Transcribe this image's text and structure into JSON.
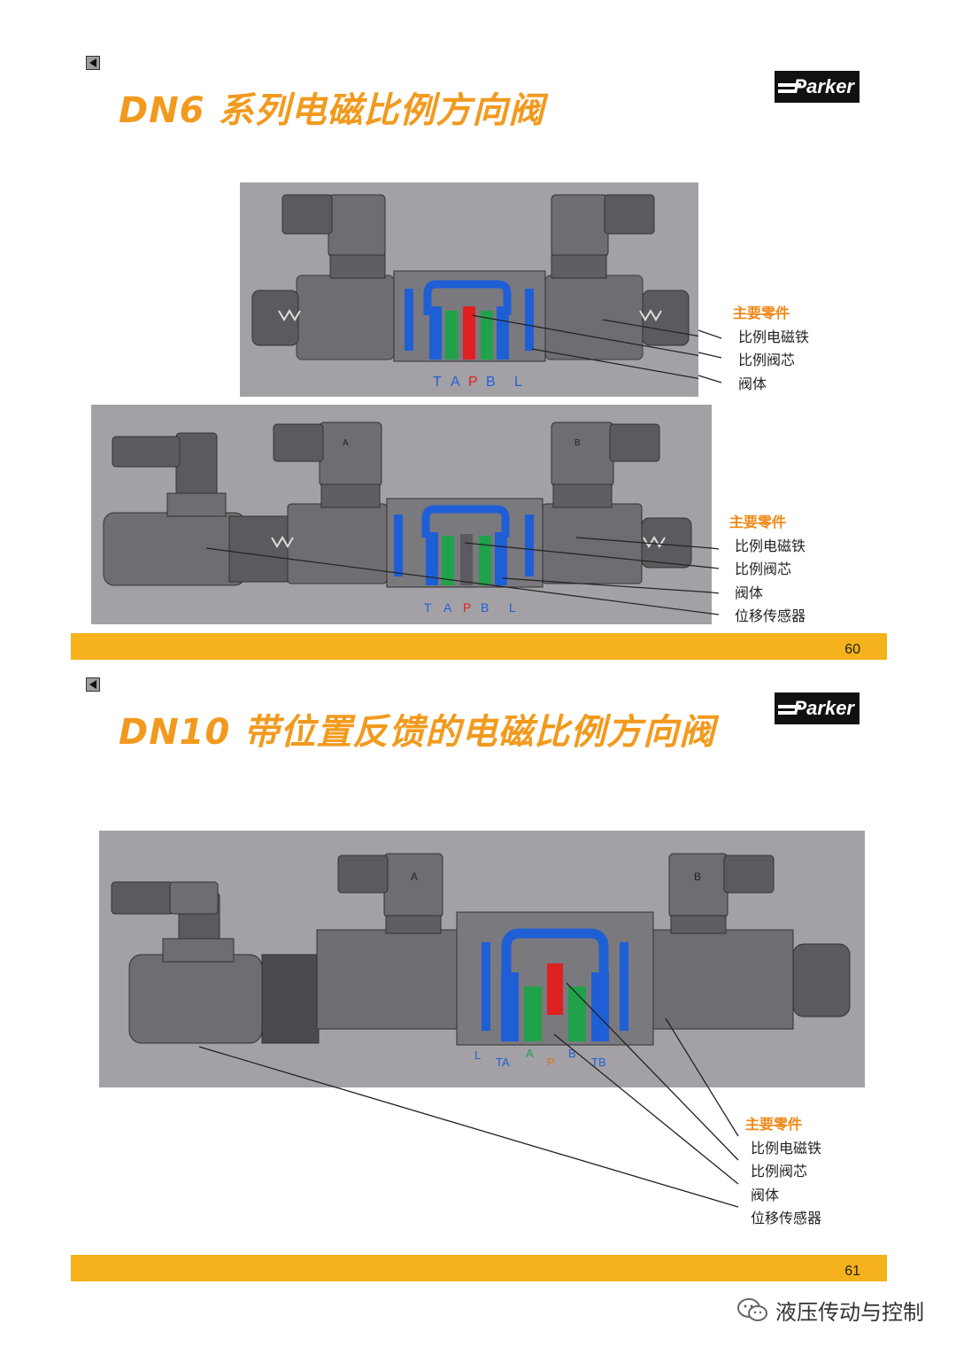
{
  "slides": [
    {
      "title": "DN6 系列电磁比例方向阀",
      "logo": "Parker",
      "page_number": "60",
      "diagram_top": {
        "ports": [
          "T",
          "A",
          "P",
          "B",
          "L"
        ],
        "legend_title": "主要零件",
        "legend_items": [
          "比例电磁铁",
          "比例阀芯",
          "阀体"
        ]
      },
      "diagram_bottom": {
        "ports": [
          "T",
          "A",
          "P",
          "B",
          "L"
        ],
        "solenoid_labels": [
          "A",
          "B"
        ],
        "legend_title": "主要零件",
        "legend_items": [
          "比例电磁铁",
          "比例阀芯",
          "阀体",
          "位移传感器"
        ]
      }
    },
    {
      "title": "DN10 带位置反馈的电磁比例方向阀",
      "logo": "Parker",
      "page_number": "61",
      "diagram": {
        "ports": [
          "L",
          "TA",
          "A",
          "P",
          "B",
          "TB"
        ],
        "solenoid_labels": [
          "A",
          "B"
        ],
        "legend_title": "主要零件",
        "legend_items": [
          "比例电磁铁",
          "比例阀芯",
          "阀体",
          "位移传感器"
        ]
      }
    }
  ],
  "watermark": "液压传动与控制",
  "colors": {
    "title": "#f29a1e",
    "bar": "#f5b21c",
    "diagram_bg": "#a3a1a6",
    "valve_body": "#6e6d72",
    "channel_blue": "#1f5fd6",
    "channel_green": "#1fa24a",
    "channel_red": "#e02020"
  }
}
